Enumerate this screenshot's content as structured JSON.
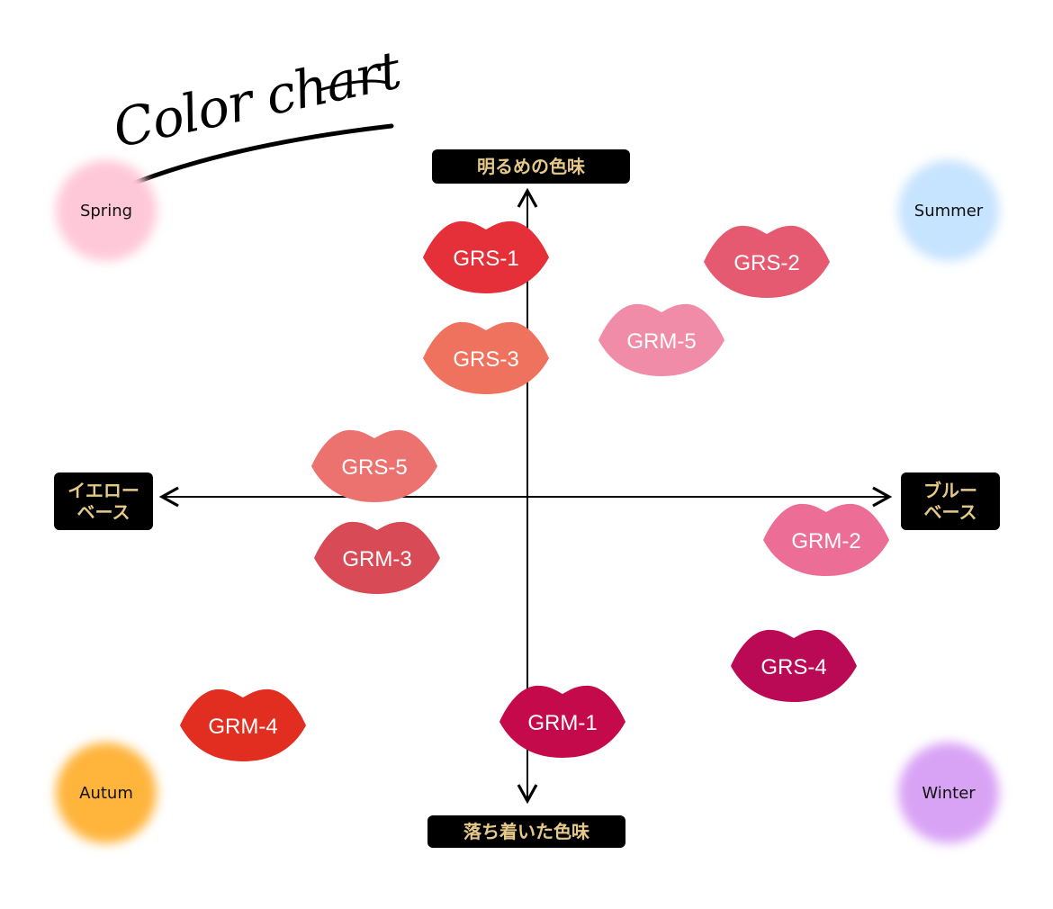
{
  "title": "Color chart",
  "axes": {
    "top": "明るめの色味",
    "bottom": "落ち着いた色味",
    "left": [
      "イエロー",
      "ベース"
    ],
    "right": [
      "ブルー",
      "ベース"
    ]
  },
  "seasons": [
    {
      "key": "spring",
      "label": "Spring",
      "color": "#ffc8d8"
    },
    {
      "key": "summer",
      "label": "Summer",
      "color": "#c6e3ff"
    },
    {
      "key": "autumn",
      "label": "Autum",
      "color": "#ffb43c"
    },
    {
      "key": "winter",
      "label": "Winter",
      "color": "#d9a3f5"
    }
  ],
  "lips": [
    {
      "label": "GRS-1",
      "color": "#e5303a"
    },
    {
      "label": "GRS-2",
      "color": "#e55a70"
    },
    {
      "label": "GRM-5",
      "color": "#f08ca8"
    },
    {
      "label": "GRS-3",
      "color": "#ef725e"
    },
    {
      "label": "GRS-5",
      "color": "#ec7270"
    },
    {
      "label": "GRM-3",
      "color": "#d84a55"
    },
    {
      "label": "GRM-2",
      "color": "#ec6d96"
    },
    {
      "label": "GRS-4",
      "color": "#bb0a55"
    },
    {
      "label": "GRM-1",
      "color": "#c40a4a"
    },
    {
      "label": "GRM-4",
      "color": "#e22e20"
    }
  ]
}
